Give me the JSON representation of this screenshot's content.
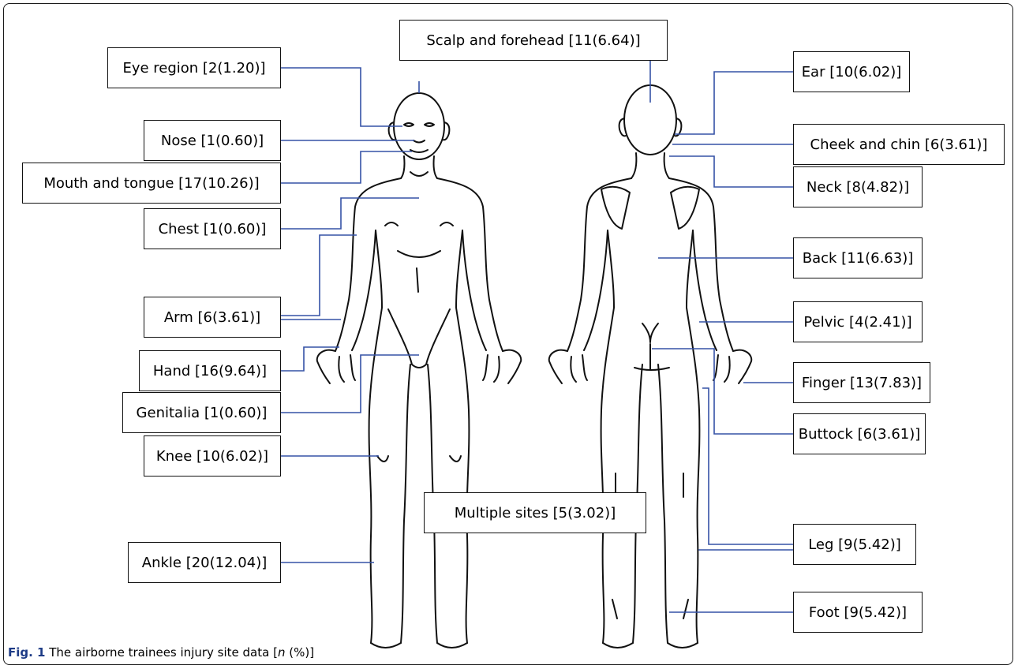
{
  "caption": {
    "figure_label": "Fig. 1",
    "text_before_n": "The airborne trainees injury site data [",
    "n_symbol": "n",
    "text_after_n": " (%)]"
  },
  "colors": {
    "leader_line": "#3552a6",
    "figure_label": "#1d3b86",
    "outline": "#111111"
  },
  "labels": [
    {
      "id": "scalp",
      "text": "Scalp and forehead [11(6.64)]",
      "n": 11,
      "percent": 6.64
    },
    {
      "id": "eye",
      "text": "Eye region [2(1.20)]",
      "n": 2,
      "percent": 1.2
    },
    {
      "id": "nose",
      "text": "Nose [1(0.60)]",
      "n": 1,
      "percent": 0.6
    },
    {
      "id": "mouth",
      "text": "Mouth and tongue [17(10.26)]",
      "n": 17,
      "percent": 10.26
    },
    {
      "id": "chest",
      "text": "Chest [1(0.60)]",
      "n": 1,
      "percent": 0.6
    },
    {
      "id": "arm",
      "text": "Arm [6(3.61)]",
      "n": 6,
      "percent": 3.61
    },
    {
      "id": "hand",
      "text": "Hand [16(9.64)]",
      "n": 16,
      "percent": 9.64
    },
    {
      "id": "genitalia",
      "text": "Genitalia [1(0.60)]",
      "n": 1,
      "percent": 0.6
    },
    {
      "id": "knee",
      "text": "Knee [10(6.02)]",
      "n": 10,
      "percent": 6.02
    },
    {
      "id": "ankle",
      "text": "Ankle [20(12.04)]",
      "n": 20,
      "percent": 12.04
    },
    {
      "id": "multiple",
      "text": "Multiple sites [5(3.02)]",
      "n": 5,
      "percent": 3.02
    },
    {
      "id": "ear",
      "text": "Ear [10(6.02)]",
      "n": 10,
      "percent": 6.02
    },
    {
      "id": "cheek",
      "text": "Cheek and chin [6(3.61)]",
      "n": 6,
      "percent": 3.61
    },
    {
      "id": "neck",
      "text": "Neck [8(4.82)]",
      "n": 8,
      "percent": 4.82
    },
    {
      "id": "back",
      "text": "Back [11(6.63)]",
      "n": 11,
      "percent": 6.63
    },
    {
      "id": "pelvic",
      "text": "Pelvic [4(2.41)]",
      "n": 4,
      "percent": 2.41
    },
    {
      "id": "finger",
      "text": "Finger [13(7.83)]",
      "n": 13,
      "percent": 7.83
    },
    {
      "id": "buttock",
      "text": "Buttock [6(3.61)]",
      "n": 6,
      "percent": 3.61
    },
    {
      "id": "leg",
      "text": "Leg [9(5.42)]",
      "n": 9,
      "percent": 5.42
    },
    {
      "id": "foot",
      "text": "Foot [9(5.42)]",
      "n": 9,
      "percent": 5.42
    }
  ]
}
